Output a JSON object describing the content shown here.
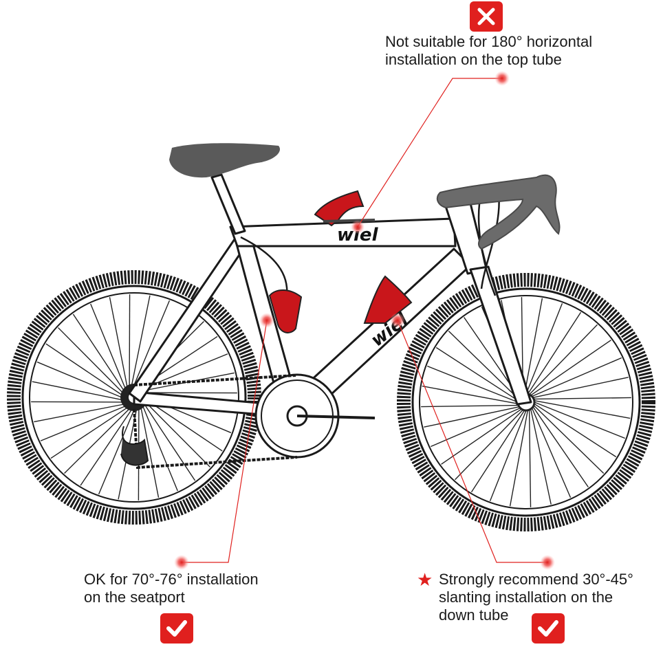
{
  "annotations": {
    "top": {
      "line1": "Not suitable for 180° horizontal",
      "line2": "installation on the top tube",
      "badge": "x-icon"
    },
    "left": {
      "line1": "OK for 70°-76° installation",
      "line2": "on the seatport",
      "badge": "check-icon"
    },
    "right": {
      "line1": "Strongly recommend 30°-45°",
      "line2": "slanting installation on the",
      "line3": "down tube",
      "marker": "star-icon",
      "badge": "check-icon"
    }
  },
  "frame": {
    "brand_top_tube": "wiel",
    "brand_down_tube": "wiel"
  },
  "colors": {
    "accent": "#e0201e",
    "line": "#333333",
    "saddle": "#5a5a5a"
  }
}
